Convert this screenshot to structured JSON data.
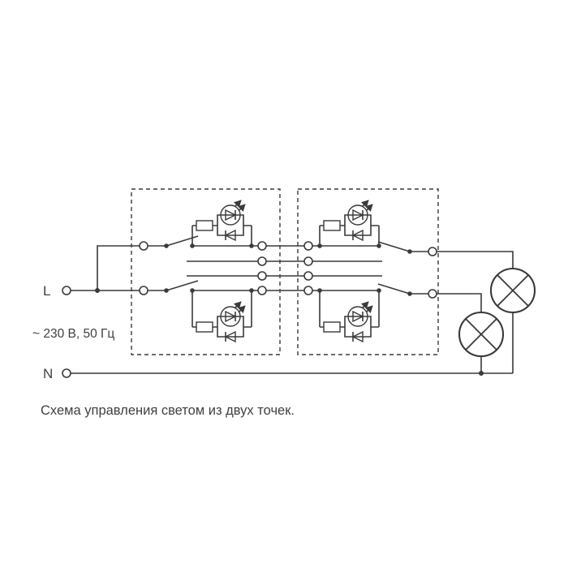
{
  "diagram": {
    "labels": {
      "phase": "L",
      "neutral": "N",
      "supply": "~ 230 В, 50 Гц",
      "caption": "Схема управления светом из двух точек."
    },
    "colors": {
      "line": "#3a3a3a",
      "text": "#404040",
      "background": "#ffffff"
    }
  }
}
